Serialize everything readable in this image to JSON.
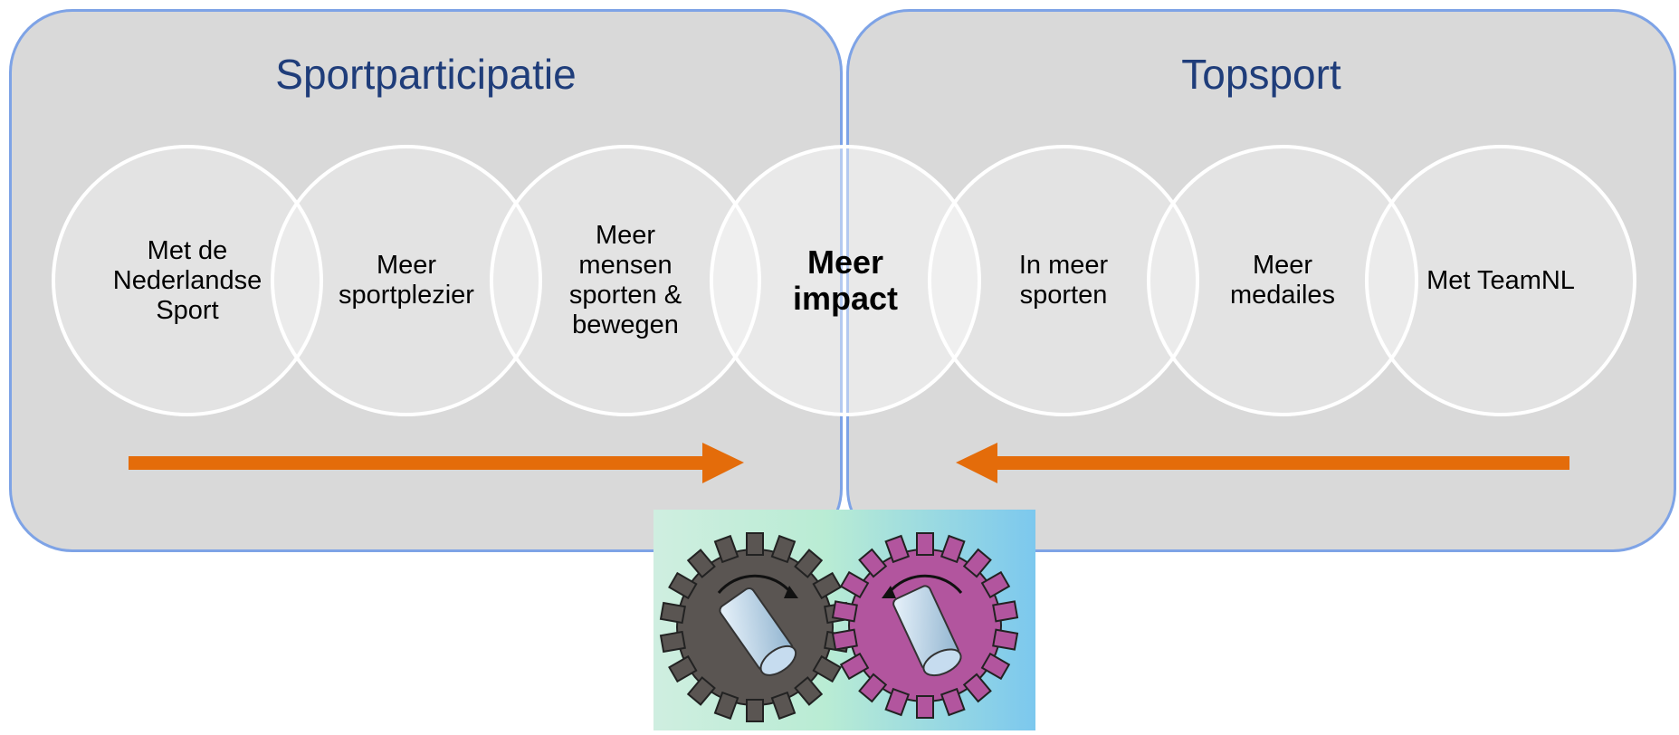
{
  "diagram": {
    "left_panel": {
      "title": "Sportparticipatie",
      "circles": [
        {
          "label": "Met de\nNederlandse\nSport"
        },
        {
          "label": "Meer\nsportplezier"
        },
        {
          "label": "Meer\nmensen\nsporten &\nbewegen"
        }
      ],
      "arrow_direction": "right"
    },
    "center_circle": {
      "label": "Meer\nimpact"
    },
    "right_panel": {
      "title": "Topsport",
      "circles": [
        {
          "label": "In meer\nsporten"
        },
        {
          "label": "Meer\nmedailes"
        },
        {
          "label": "Met TeamNL"
        }
      ],
      "arrow_direction": "left"
    },
    "colors": {
      "panel_fill": "#d9d9d9",
      "panel_border": "#7ea3e6",
      "title_text": "#1f3d7a",
      "arrow": "#e46c0a",
      "gear_left": "#5a5552",
      "gear_right": "#b2559e"
    },
    "image": {
      "icon": "gears-icon"
    }
  }
}
